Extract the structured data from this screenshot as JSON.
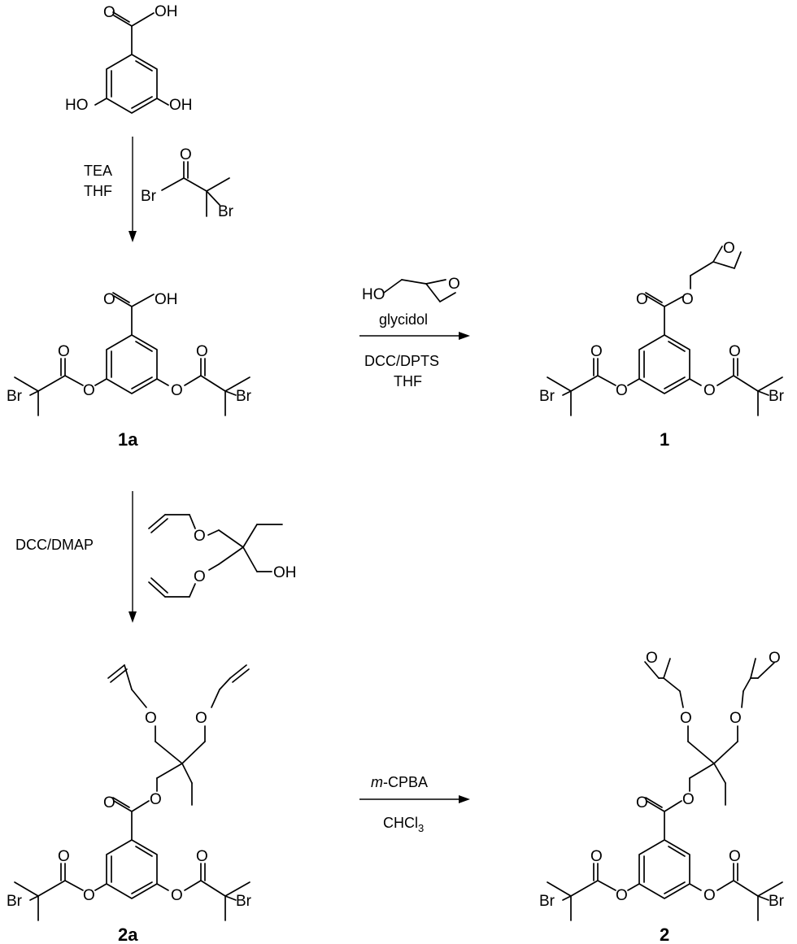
{
  "atoms": {
    "O": "O",
    "OH": "OH",
    "HO": "HO",
    "Br": "Br"
  },
  "reagents": {
    "step1": {
      "line1": "TEA",
      "line2": "THF"
    },
    "step2": {
      "reagent": "glycidol",
      "line1": "DCC/DPTS",
      "line2": "THF"
    },
    "step3": {
      "line1": "DCC/DMAP"
    },
    "step4": {
      "line1_italic": "m",
      "line1_rest": "-CPBA",
      "line2_main": "CHCl",
      "line2_sub": "3"
    }
  },
  "compounds": {
    "c1a": "1a",
    "c1": "1",
    "c2a": "2a",
    "c2": "2"
  }
}
